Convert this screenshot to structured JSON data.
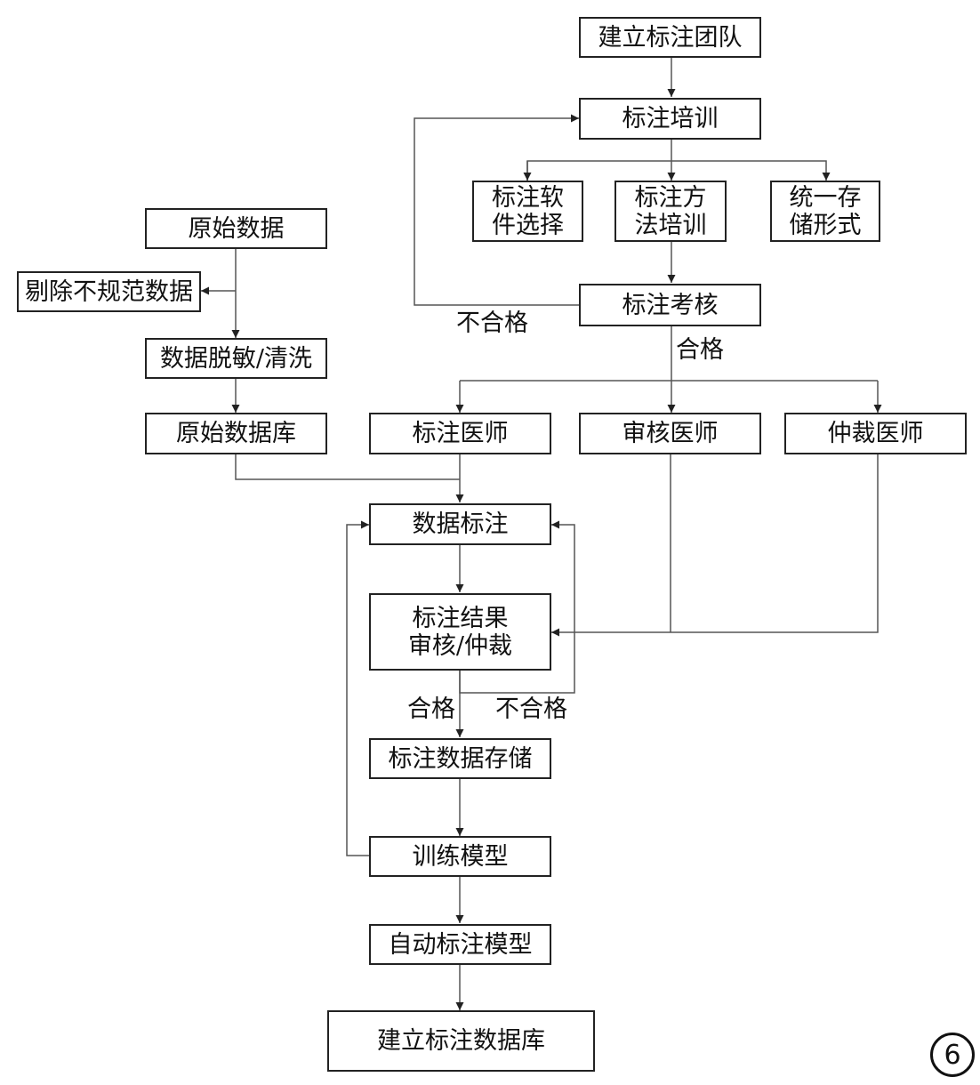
{
  "nodes": {
    "build_team": "建立标注团队",
    "training": "标注培训",
    "software": "标注软\n件选择",
    "method": "标注方\n法培训",
    "storage_format": "统一存\n储形式",
    "assessment": "标注考核",
    "raw_data": "原始数据",
    "remove_invalid": "剔除不规范数据",
    "desensitize": "数据脱敏/清洗",
    "raw_db": "原始数据库",
    "annotator": "标注医师",
    "reviewer": "审核医师",
    "arbiter": "仲裁医师",
    "annotate": "数据标注",
    "review": "标注结果\n审核/仲裁",
    "store": "标注数据存储",
    "train": "训练模型",
    "auto_model": "自动标注模型",
    "build_db": "建立标注数据库"
  },
  "edge_labels": {
    "fail_assessment": "不合格",
    "pass_assessment": "合格",
    "pass_review": "合格",
    "fail_review": "不合格"
  },
  "badge": "6"
}
